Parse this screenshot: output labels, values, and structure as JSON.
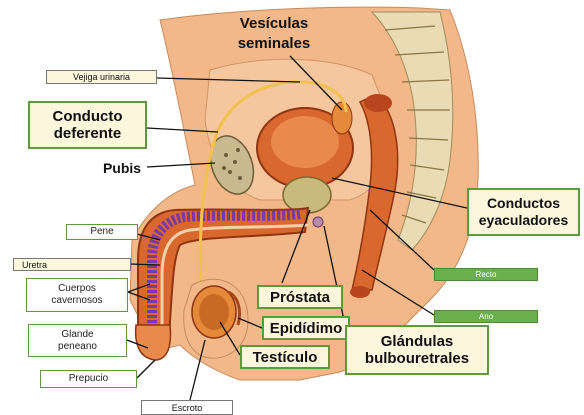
{
  "labels": {
    "vejiga": "Vejiga urinaria",
    "vesiculas": "Vesículas\nseminales",
    "conducto_def": "Conducto\ndeferente",
    "pubis": "Pubis",
    "conductos_eyac": "Conductos\neyaculadores",
    "pene": "Pene",
    "uretra": "Uretra",
    "cuerpos": "Cuerpos\ncavernosos",
    "glande": "Glande\npeneano",
    "prepucio": "Prepucio",
    "escroto": "Escroto",
    "recto": "Recto",
    "ano": "Ano",
    "prostata": "Próstata",
    "epididimo": "Epidídimo",
    "testiculo": "Testículo",
    "glandulas": "Glándulas\nbulbouretrales"
  },
  "colors": {
    "skin": "#f2b889",
    "muscle": "#d9682f",
    "dark_muscle": "#b8451d",
    "vertebra": "#e9dcb4",
    "label_border": "#5c9a3a",
    "label_fill": "#fbf6dc",
    "tag_green": "#6ab04c"
  }
}
